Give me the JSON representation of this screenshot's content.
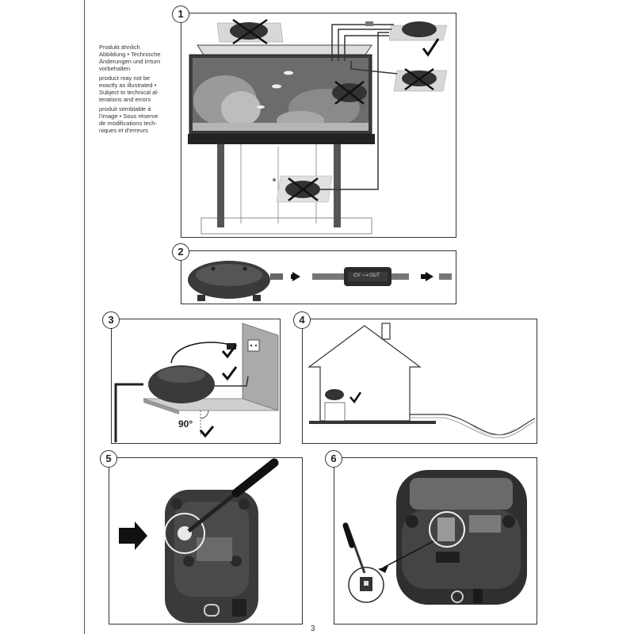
{
  "disclaimer": {
    "de": "Produkt ähnlich\nAbbildung • Technische\nÄnderungen und Irrtum\nvorbehalten",
    "en": "product may not be\nexactly as illustrated •\nSubject to technical al-\nterations and errors",
    "fr": "produit semblable à\nl'image • Sous réserve\nde modifications tech-\nniques et d'erreurs"
  },
  "steps": [
    "1",
    "2",
    "3",
    "4",
    "5",
    "6"
  ],
  "step3": {
    "angle_label": "90°"
  },
  "step2": {
    "valve_label": "CV ⟶ OUT"
  },
  "page_number": "3"
}
